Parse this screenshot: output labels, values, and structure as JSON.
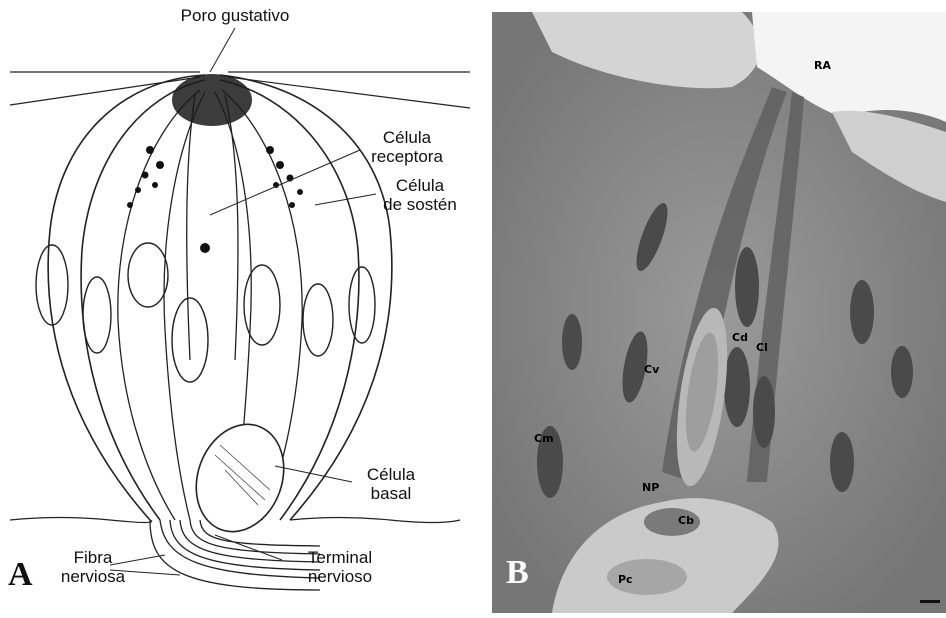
{
  "panel_a": {
    "letter": "A",
    "labels": {
      "taste_pore": "Poro gustativo",
      "receptor_cell_1": "Célula",
      "receptor_cell_2": "receptora",
      "support_cell_1": "Célula",
      "support_cell_2": "de sostén",
      "basal_cell_1": "Célula",
      "basal_cell_2": "basal",
      "nerve_fiber_1": "Fibra",
      "nerve_fiber_2": "nerviosa",
      "nerve_terminal_1": "Terminal",
      "nerve_terminal_2": "nervioso"
    }
  },
  "panel_b": {
    "letter": "B",
    "labels": {
      "ra": "RA",
      "cd": "Cd",
      "cl": "Cl",
      "cv": "Cv",
      "cm": "Cm",
      "np": "NP",
      "cb": "Cb",
      "pc": "Pc"
    }
  },
  "colors": {
    "micrograph_base": "#8f8f8f",
    "connective_tissue": "#c8c8c8",
    "ink": "#111111"
  }
}
